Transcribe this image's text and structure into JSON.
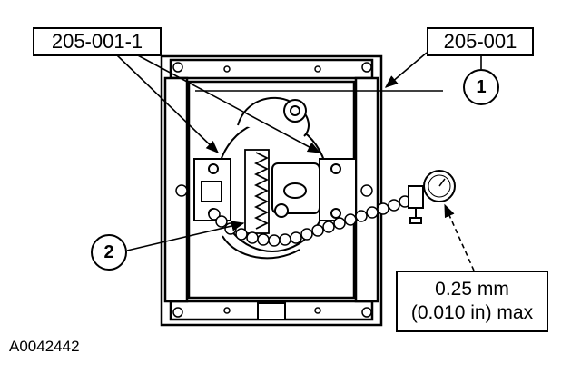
{
  "labels": {
    "tool_left": "205-001-1",
    "tool_right": "205-001"
  },
  "callouts": {
    "one": "1",
    "two": "2"
  },
  "spec": {
    "line1": "0.25 mm",
    "line2": "(0.010 in) max"
  },
  "figure_id": "A0042442"
}
